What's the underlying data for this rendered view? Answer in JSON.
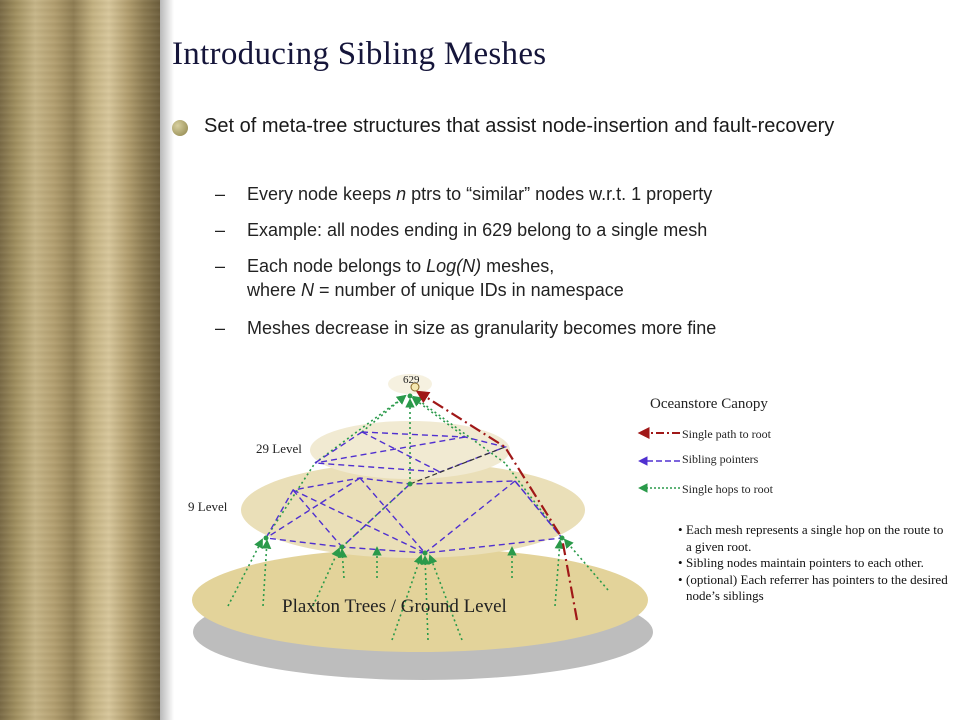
{
  "slide": {
    "title": "Introducing  Sibling  Meshes",
    "main_bullet": "Set of meta-tree structures that assist node-insertion and fault-recovery",
    "sub_dash": "–",
    "sub_bullets": [
      {
        "pre": "Every node keeps ",
        "em": "n",
        "post": " ptrs to “similar” nodes w.r.t. 1 property"
      },
      {
        "pre": "Example: all nodes ending in 629 belong to a single mesh",
        "em": "",
        "post": ""
      },
      {
        "pre": "Each node belongs to ",
        "em": "Log(N)",
        "post": " meshes,",
        "line2_pre": "where ",
        "line2_em": "N",
        "line2_post": " = number of unique IDs in namespace"
      },
      {
        "pre": "Meshes decrease in size as granularity becomes more fine",
        "em": "",
        "post": ""
      }
    ]
  },
  "diagram": {
    "root_label": "629",
    "level_29": "29 Level",
    "level_9": "9 Level",
    "ground_label": "Plaxton Trees / Ground Level",
    "legend": {
      "title": "Oceanstore Canopy",
      "items": [
        {
          "label": "Single path to root",
          "color": "#a01818"
        },
        {
          "label": "Sibling pointers",
          "color": "#5030d0"
        },
        {
          "label": "Single hops to root",
          "color": "#2a9a4a"
        }
      ]
    },
    "notes": [
      "Each mesh represents a single hop on the route to a given root.",
      "Sibling nodes maintain pointers to each other.",
      "(optional)  Each referrer has pointers to the desired node’s siblings"
    ],
    "colors": {
      "top_disc": "#f1ead2",
      "mid_disc": "#eadfb8",
      "ground_disc": "#e3d39a",
      "ground_shadow": "#bdbdbd"
    }
  }
}
